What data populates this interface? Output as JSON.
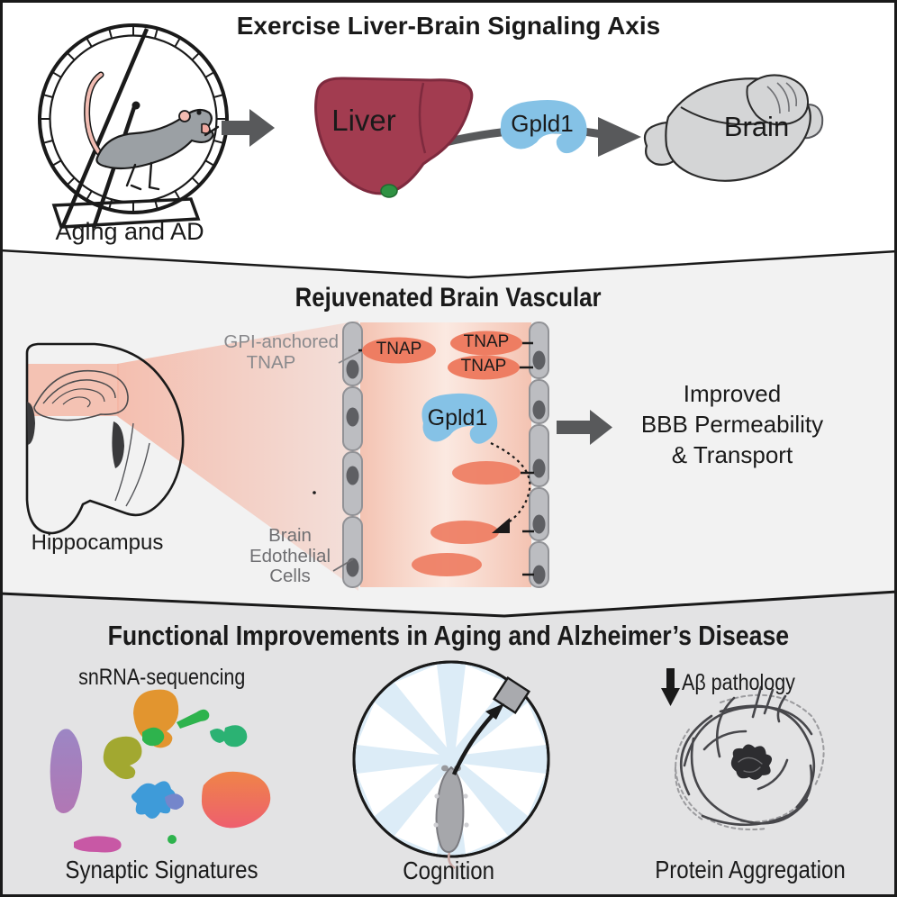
{
  "panels": {
    "top": {
      "title": "Exercise Liver-Brain Signaling Axis",
      "wheel_caption": "Aging and AD",
      "liver_label": "Liver",
      "gpld1_label": "Gpld1",
      "brain_label": "Brain"
    },
    "middle": {
      "title": "Rejuvenated Brain Vascular",
      "gpi_anchored_line1": "GPI-anchored",
      "gpi_anchored_line2": "TNAP",
      "tnap_left": "TNAP",
      "tnap_right_1": "TNAP",
      "tnap_right_2": "TNAP",
      "gpld1_label": "Gpld1",
      "endothelial_line1": "Brain",
      "endothelial_line2": "Edothelial",
      "endothelial_line3": "Cells",
      "hippocampus_label": "Hippocampus",
      "outcome_line1": "Improved",
      "outcome_line2": "BBB Permeability",
      "outcome_line3": "& Transport"
    },
    "bottom": {
      "title": "Functional Improvements in Aging and Alzheimer’s Disease",
      "snrna_label": "snRNA-sequencing",
      "synaptic_caption": "Synaptic Signatures",
      "cognition_caption": "Cognition",
      "abeta_label": "Aβ pathology",
      "protein_caption": "Protein Aggregation"
    }
  },
  "colors": {
    "arrow_gray": "#58595b",
    "liver": "#a23c50",
    "liver_outline": "#7e2a3e",
    "gallbladder": "#2f9243",
    "gpld1_blue": "#85c2e6",
    "brain_fill": "#d4d5d6",
    "mouse_gray": "#9ba0a4",
    "tail_pink": "#f2bcb2",
    "tnap_orange": "#ee7d62",
    "vessel_cell": "#bcbdc1",
    "vessel_cell_border": "#919296",
    "nucleus_gray": "#5e5f63",
    "lumen_edge": "#f4c3b2",
    "lumen_center": "#fbe9e1",
    "wedge_pink": "#f4b5a3",
    "maze_blue": "#dcecf7",
    "platform_gray": "#a9aaae",
    "panel_middle_bg": "#f2f2f2",
    "panel_bottom_bg": "#e3e3e4",
    "scribble_dark": "#47474b",
    "scribble_light": "#9b9b9e",
    "ink": "#1a1a1a"
  },
  "umap": {
    "clusters": [
      {
        "name": "purple-crescent",
        "color": "#9c86c4"
      },
      {
        "name": "orange-blob",
        "color": "#e2952f"
      },
      {
        "name": "emerald-patch",
        "color": "#2eb34d"
      },
      {
        "name": "teal-blob",
        "color": "#2bb273"
      },
      {
        "name": "olive-blob",
        "color": "#a2a830"
      },
      {
        "name": "blue-star",
        "color": "#3e9bd9"
      },
      {
        "name": "periwinkle-blob",
        "color": "#7486cb"
      },
      {
        "name": "salmon-blob",
        "color": "#ee6a5d"
      },
      {
        "name": "magenta-crescent",
        "color": "#c858a5"
      },
      {
        "name": "green-dot",
        "color": "#2eb34d"
      }
    ]
  }
}
